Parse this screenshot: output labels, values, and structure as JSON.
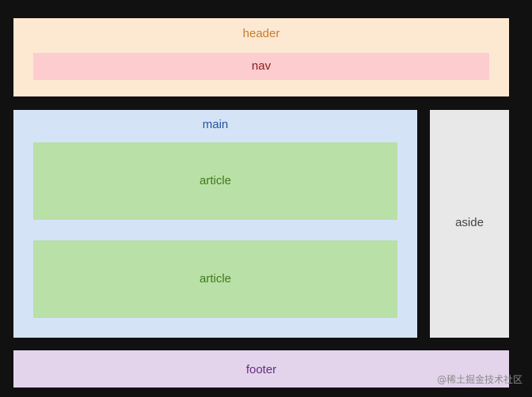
{
  "regions": {
    "header": "header",
    "nav": "nav",
    "main": "main",
    "article_1": "article",
    "article_2": "article",
    "aside": "aside",
    "footer": "footer"
  },
  "watermark": "@稀土掘金技术社区",
  "colors": {
    "background": "#111111",
    "header": "#fde8d2",
    "nav": "#fccccf",
    "main": "#d5e3f7",
    "article": "#b8e0a7",
    "aside": "#e8e8e8",
    "footer": "#e3d4ec"
  }
}
